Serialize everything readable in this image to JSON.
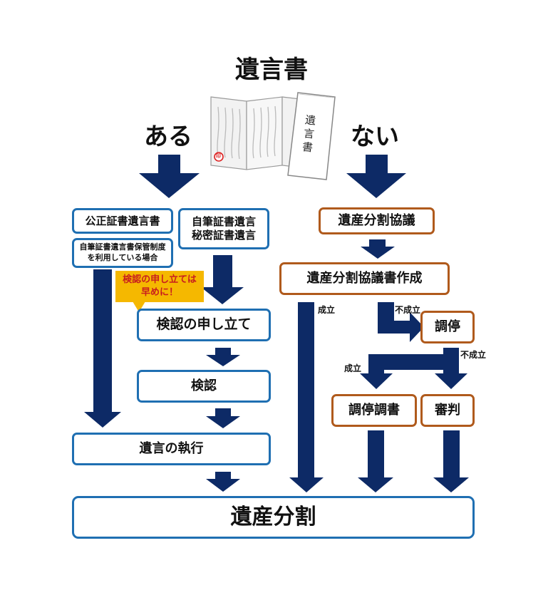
{
  "title": "遺言書",
  "branches": {
    "yes": "ある",
    "no": "ない"
  },
  "illustration": {
    "envelope_text": "遺言書",
    "seal_text": "印"
  },
  "boxes": {
    "notarized": "公正証書遺言書",
    "holographic_line1": "自筆証書遺言",
    "holographic_line2": "秘密証書遺言",
    "storage_line1": "自筆証書遺言書保管制度",
    "storage_line2": "を利用している場合",
    "probate_request": "検認の申し立て",
    "probate": "検認",
    "execution": "遺言の執行",
    "division_talks": "遺産分割協議",
    "division_document": "遺産分割協議書作成",
    "mediation": "調停",
    "mediation_record": "調停調書",
    "judgment": "審判",
    "estate_division": "遺産分割"
  },
  "note": {
    "line1": "検認の申し立ては",
    "line2": "早めに！"
  },
  "labels": {
    "success_1": "成立",
    "fail_1": "不成立",
    "fail_2": "不成立",
    "success_2": "成立"
  },
  "colors": {
    "arrow": "#0d2a66",
    "blue_border": "#1f6fb2",
    "brown_border": "#b05a1c",
    "note_bg": "#f5b800",
    "note_text": "#c81e1e"
  }
}
